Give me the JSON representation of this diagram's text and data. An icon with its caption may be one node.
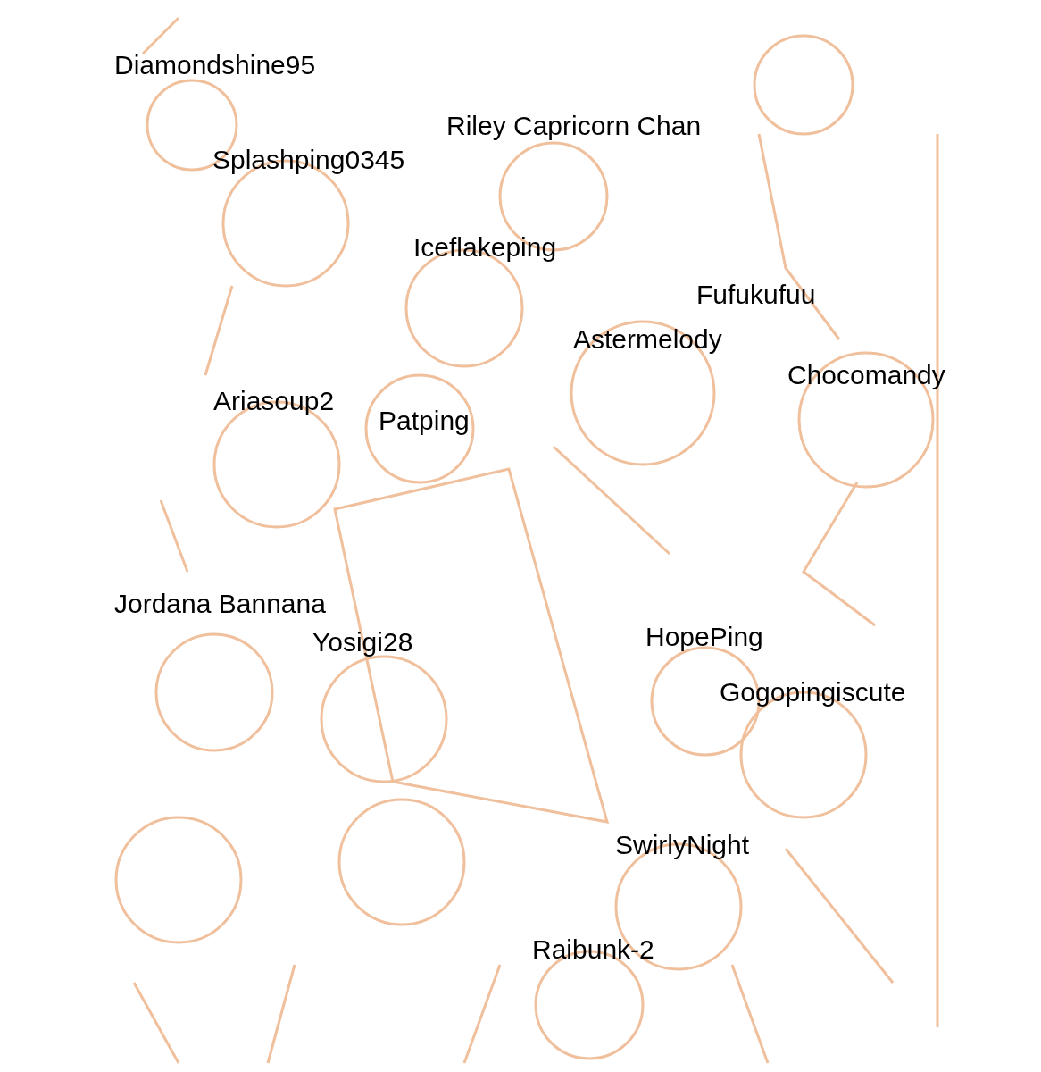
{
  "diagram": {
    "labels": [
      "Diamondshine95",
      "Riley Capricorn Chan",
      "Splashping0345",
      "Iceflakeping",
      "Fufukufuu",
      "Astermelody",
      "Chocomandy",
      "Ariasoup2",
      "Patping",
      "Jordana Bannana",
      "Yosigi28",
      "HopePing",
      "Gogopingiscute",
      "SwirlyNight",
      "Raibunk-2"
    ]
  }
}
